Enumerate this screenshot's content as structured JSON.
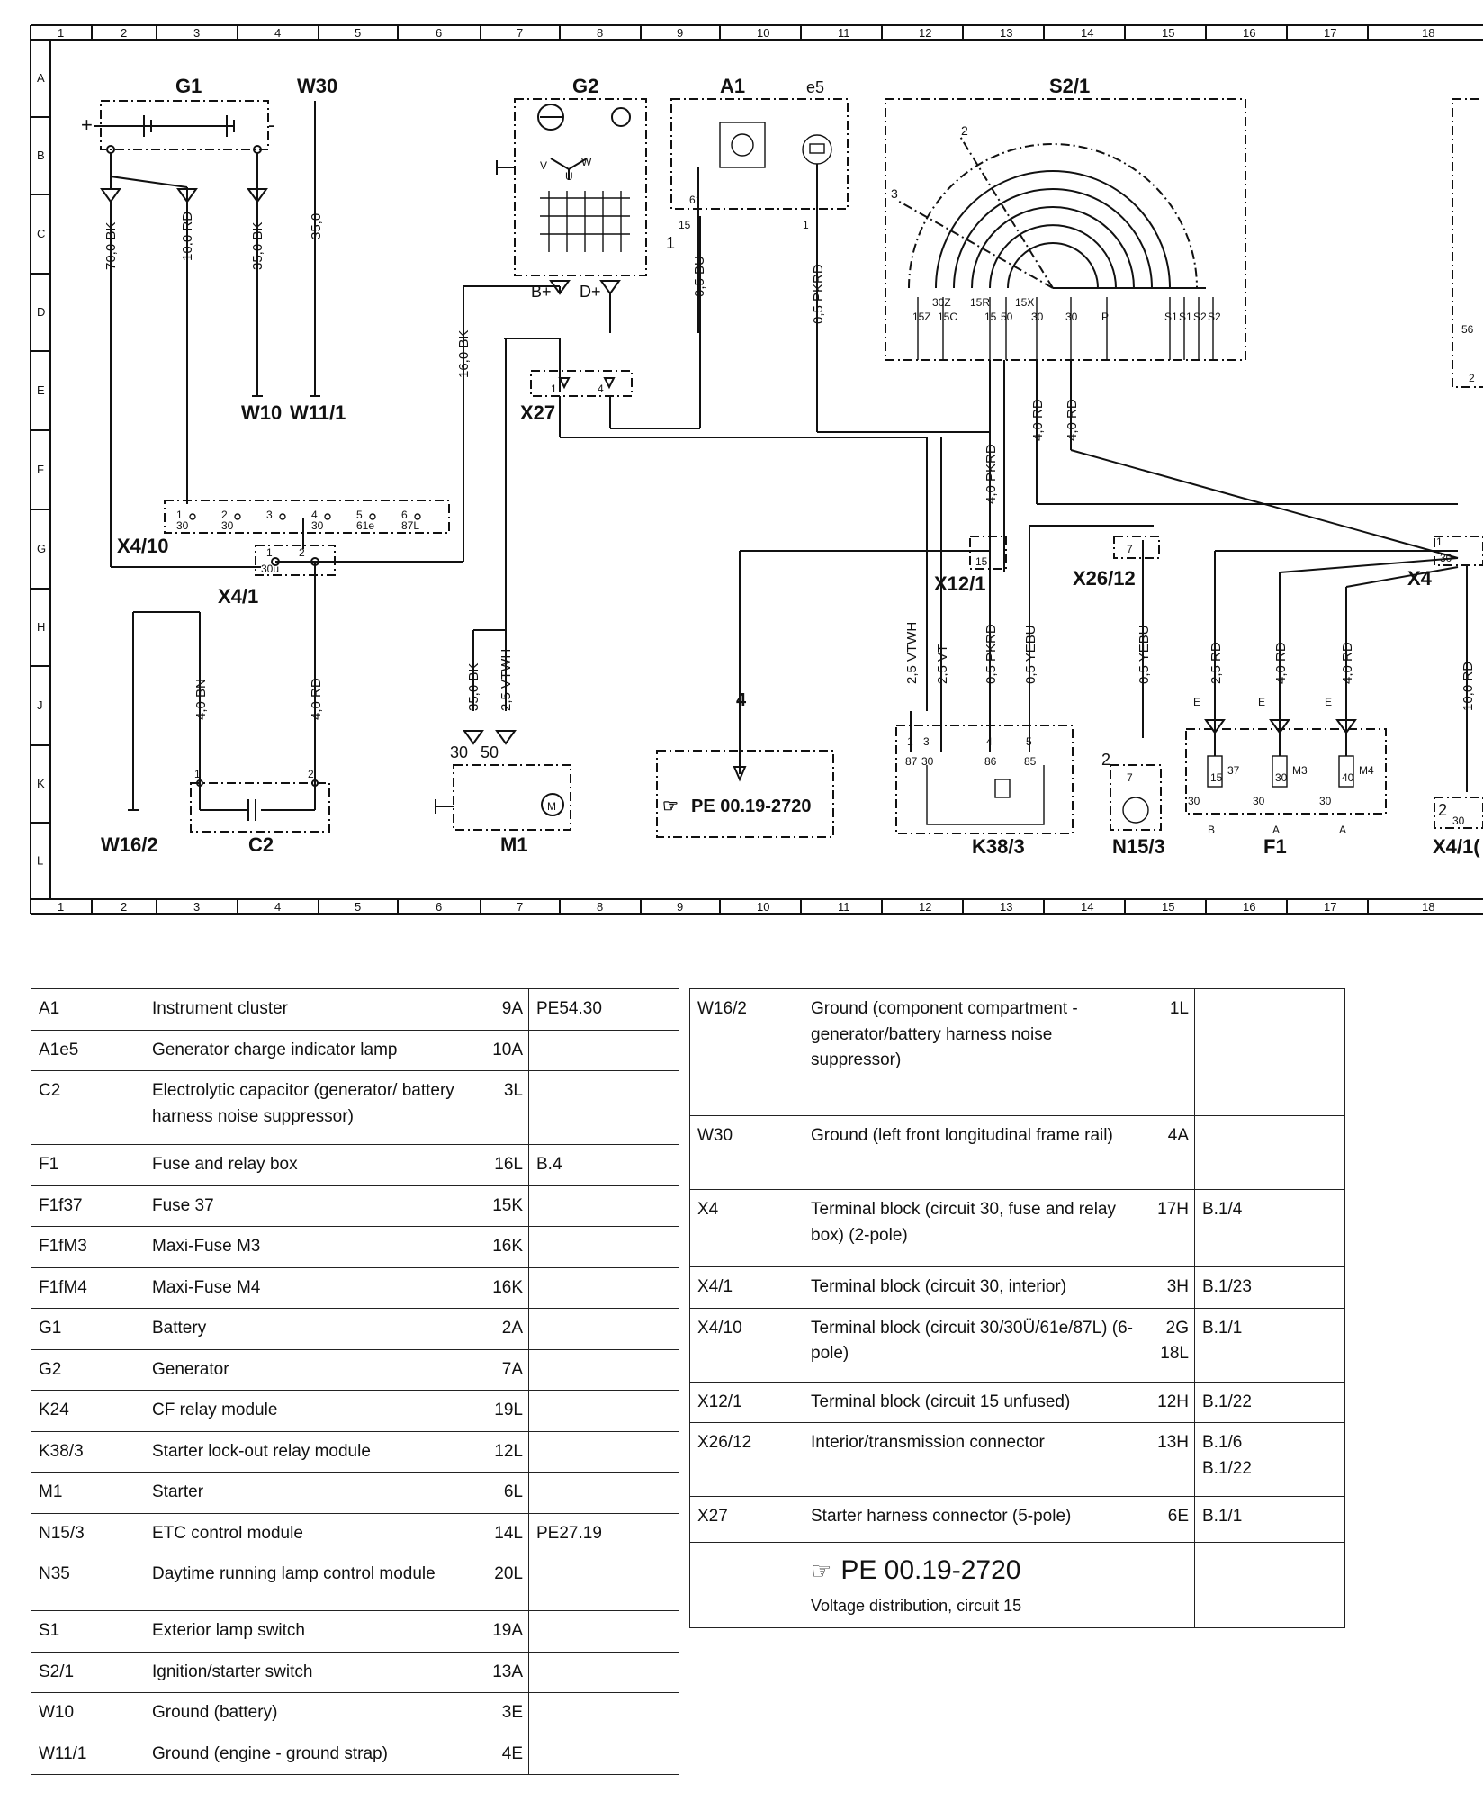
{
  "grid": {
    "columns": [
      "1",
      "2",
      "3",
      "4",
      "5",
      "6",
      "7",
      "8",
      "9",
      "10",
      "11",
      "12",
      "13",
      "14",
      "15",
      "16",
      "17",
      "18"
    ],
    "rows": [
      "A",
      "B",
      "C",
      "D",
      "E",
      "F",
      "G",
      "H",
      "J",
      "K",
      "L"
    ]
  },
  "components": {
    "G1": "G1",
    "W30": "W30",
    "G2": "G2",
    "A1": "A1",
    "e5": "e5",
    "S2_1": "S2/1",
    "W10": "W10",
    "W11_1": "W11/1",
    "X4_10": "X4/10",
    "X4_1": "X4/1",
    "X27": "X27",
    "X12_1": "X12/1",
    "X26_12": "X26/12",
    "X4": "X4",
    "W16_2": "W16/2",
    "C2": "C2",
    "M1": "M1",
    "K38_3": "K38/3",
    "N15_3": "N15/3",
    "F1": "F1",
    "X4_10_right": "X4/1("
  },
  "wires": {
    "w1": "70,0 BK",
    "w2": "10,0 RD",
    "w3": "35,0 BK",
    "w4": "35,0",
    "w5": "16,0 BK",
    "w6": "0,5 BU",
    "w7": "0,5 PKRD",
    "w8": "4,0 PKRD",
    "w9": "4,0 RD",
    "w10": "4,0 RD",
    "w11": "2,5 VTWH",
    "w12": "2,5 VT",
    "w13": "0,5 PKRD",
    "w14": "0,5 YEBU",
    "w15": "0,5 YEBU",
    "w16": "2,5 RD",
    "w17": "4,0 RD",
    "w18": "4,0 RD",
    "w19": "10,0 RD",
    "w20": "4,0 BN",
    "w21": "4,0 RD",
    "w22": "35,0 BK",
    "w23": "2,5 VTWH"
  },
  "x4_10_pins": [
    "1",
    "2",
    "3",
    "4",
    "5",
    "6"
  ],
  "x4_10_subs": [
    "30",
    "30",
    "",
    "30",
    "61e",
    "87L"
  ],
  "s2_1_terminals": [
    "15Z",
    "15C",
    "15",
    "50",
    "30",
    "30",
    "P",
    "S1",
    "S1",
    "S2",
    "S2"
  ],
  "s2_1_upper": [
    "30Z",
    "15R",
    "15X"
  ],
  "s2_1_positions": [
    "2",
    "3"
  ],
  "k38_pins_top": [
    "1",
    "3",
    "4",
    "5"
  ],
  "k38_pins_bot": [
    "87",
    "30",
    "86",
    "85"
  ],
  "f1_fuses": [
    "15",
    "30",
    "40"
  ],
  "f1_labels": [
    "37",
    "M3",
    "M4"
  ],
  "f1_letters": [
    "E",
    "E",
    "E",
    "B",
    "A",
    "A"
  ],
  "misc": {
    "g2_bplus": "B+",
    "g2_dplus": "D+",
    "g2_u": "U",
    "g2_v": "V",
    "g2_w": "W",
    "a1_61": "61",
    "a1_15": "15",
    "a1_1a": "1",
    "a1_1b": "1",
    "x27_1": "1",
    "x27_4": "4",
    "x4_1_1": "1",
    "x4_1_2": "2",
    "x4_1_30u": "30ü",
    "x12_15": "15",
    "x26_7": "7",
    "x26_2": "2",
    "x4_30": "30",
    "x4_1": "1",
    "c2_1": "1",
    "c2_2": "2",
    "m1_30": "30",
    "m1_50": "50",
    "crossref_num": "4",
    "crossref_text": "PE 00.19-2720",
    "x4_10r_2": "2",
    "x4_10r_30": "30",
    "s2_56": "56",
    "s2_2": "2"
  },
  "legend_left": [
    {
      "code": "A1",
      "desc": "Instrument cluster",
      "loc": "9A",
      "ref": "PE54.30"
    },
    {
      "code": "A1e5",
      "desc": "Generator charge indicator lamp",
      "loc": "10A",
      "ref": ""
    },
    {
      "code": "C2",
      "desc": "Electrolytic capacitor (generator/ battery harness noise suppressor)",
      "loc": "3L",
      "ref": ""
    },
    {
      "code": "F1",
      "desc": "Fuse and relay box",
      "loc": "16L",
      "ref": "B.4"
    },
    {
      "code": "F1f37",
      "desc": "Fuse 37",
      "loc": "15K",
      "ref": ""
    },
    {
      "code": "F1fM3",
      "desc": "Maxi-Fuse M3",
      "loc": "16K",
      "ref": ""
    },
    {
      "code": "F1fM4",
      "desc": "Maxi-Fuse M4",
      "loc": "16K",
      "ref": ""
    },
    {
      "code": "G1",
      "desc": "Battery",
      "loc": "2A",
      "ref": ""
    },
    {
      "code": "G2",
      "desc": "Generator",
      "loc": "7A",
      "ref": ""
    },
    {
      "code": "K24",
      "desc": "CF relay module",
      "loc": "19L",
      "ref": ""
    },
    {
      "code": "K38/3",
      "desc": "Starter lock-out relay module",
      "loc": "12L",
      "ref": ""
    },
    {
      "code": "M1",
      "desc": "Starter",
      "loc": "6L",
      "ref": ""
    },
    {
      "code": "N15/3",
      "desc": "ETC control module",
      "loc": "14L",
      "ref": "PE27.19"
    },
    {
      "code": "N35",
      "desc": "Daytime running lamp control module",
      "loc": "20L",
      "ref": ""
    },
    {
      "code": "S1",
      "desc": "Exterior lamp switch",
      "loc": "19A",
      "ref": ""
    },
    {
      "code": "S2/1",
      "desc": "Ignition/starter switch",
      "loc": "13A",
      "ref": ""
    },
    {
      "code": "W10",
      "desc": "Ground (battery)",
      "loc": "3E",
      "ref": ""
    },
    {
      "code": "W11/1",
      "desc": "Ground (engine - ground strap)",
      "loc": "4E",
      "ref": ""
    }
  ],
  "legend_right": [
    {
      "code": "W16/2",
      "desc": "Ground (component compartment - generator/battery harness noise suppressor)",
      "loc": "1L",
      "ref": ""
    },
    {
      "code": "W30",
      "desc": "Ground (left front longitudinal frame rail)",
      "loc": "4A",
      "ref": ""
    },
    {
      "code": "X4",
      "desc": "Terminal block (circuit 30, fuse and relay box) (2-pole)",
      "loc": "17H",
      "ref": "B.1/4"
    },
    {
      "code": "X4/1",
      "desc": "Terminal block (circuit 30, interior)",
      "loc": "3H",
      "ref": "B.1/23"
    },
    {
      "code": "X4/10",
      "desc": "Terminal block (circuit 30/30Ü/61e/87L) (6-pole)",
      "loc": "2G\n18L",
      "ref": "B.1/1"
    },
    {
      "code": "X12/1",
      "desc": "Terminal block (circuit 15 unfused)",
      "loc": "12H",
      "ref": "B.1/22"
    },
    {
      "code": "X26/12",
      "desc": "Interior/transmission connector",
      "loc": "13H",
      "ref": "B.1/6\nB.1/22"
    },
    {
      "code": "X27",
      "desc": "Starter harness connector (5-pole)",
      "loc": "6E",
      "ref": "B.1/1"
    }
  ],
  "legend_pe": {
    "ref": "PE 00.19-2720",
    "desc": "Voltage distribution, circuit 15"
  }
}
